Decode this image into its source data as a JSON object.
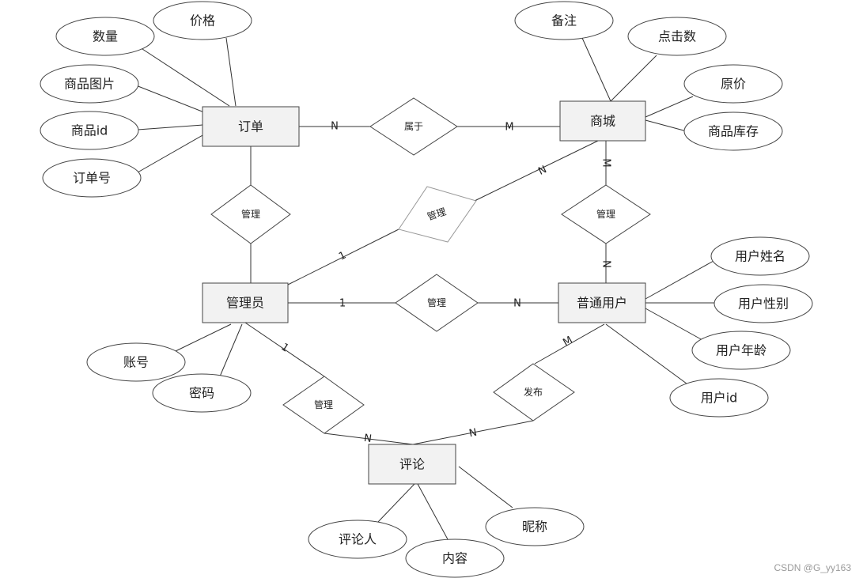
{
  "entities": {
    "order": "订单",
    "mall": "商城",
    "admin": "管理员",
    "user": "普通用户",
    "comment": "评论"
  },
  "relationships": {
    "belongs": "属于",
    "order_admin": "管理",
    "admin_mall": "管理",
    "mall_user": "管理",
    "admin_user": "管理",
    "admin_comment": "管理",
    "publish": "发布"
  },
  "attributes": {
    "order_price": "价格",
    "order_qty": "数量",
    "order_image": "商品图片",
    "order_goods_id": "商品id",
    "order_no": "订单号",
    "mall_note": "备注",
    "mall_clicks": "点击数",
    "mall_price": "原价",
    "mall_stock": "商品库存",
    "admin_account": "账号",
    "admin_password": "密码",
    "user_name": "用户姓名",
    "user_gender": "用户性别",
    "user_age": "用户年龄",
    "user_id": "用户id",
    "comment_author": "评论人",
    "comment_content": "内容",
    "comment_nick": "昵称"
  },
  "cardinalities": {
    "order_belongs": "N",
    "belongs_mall": "M",
    "mall_adminrel": "N",
    "adminrel_admin": "1",
    "mall_userrel": "M",
    "userrel_user": "N",
    "admin_userrel": "1",
    "userrel2_user": "N",
    "admin_commentrel": "1",
    "commentrel_comment": "N",
    "user_publish": "M",
    "publish_comment": "N"
  },
  "watermark": "CSDN @G_yy163"
}
